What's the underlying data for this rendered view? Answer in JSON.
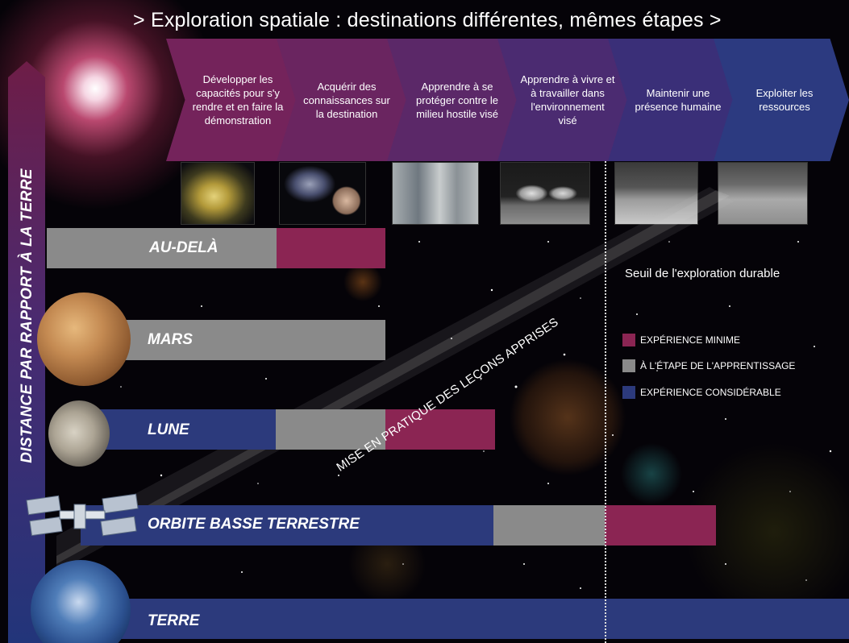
{
  "title": "Exploration spatiale : destinations différentes, mêmes étapes",
  "title_prefix": ">",
  "title_suffix": ">",
  "steps": [
    {
      "label": "Développer les capacités pour s'y rendre et en faire la démonstration"
    },
    {
      "label": "Acquérir des connaissances sur la destination"
    },
    {
      "label": "Apprendre à se protéger contre le milieu hostile visé"
    },
    {
      "label": "Apprendre à vivre et à travailler dans l'environnement visé"
    },
    {
      "label": "Maintenir une présence humaine"
    },
    {
      "label": "Exploiter les ressources"
    }
  ],
  "axis_label": "DISTANCE PAR RAPPORT À LA TERRE",
  "rows": [
    {
      "label": "AU-DELÀ"
    },
    {
      "label": "MARS"
    },
    {
      "label": "LUNE"
    },
    {
      "label": "ORBITE BASSE TERRESTRE"
    },
    {
      "label": "TERRE"
    }
  ],
  "diagonal_label": "MISE EN PRATIQUE DES LEÇONS APPRISES",
  "threshold_label": "Seuil de l'exploration durable",
  "legend": [
    {
      "label": "EXPÉRIENCE MINIME",
      "color": "#8b2553"
    },
    {
      "label": "À L'ÉTAPE DE L'APPRENTISSAGE",
      "color": "#8a8a8a"
    },
    {
      "label": "EXPÉRIENCE CONSIDÉRABLE",
      "color": "#2c3a7c"
    }
  ]
}
